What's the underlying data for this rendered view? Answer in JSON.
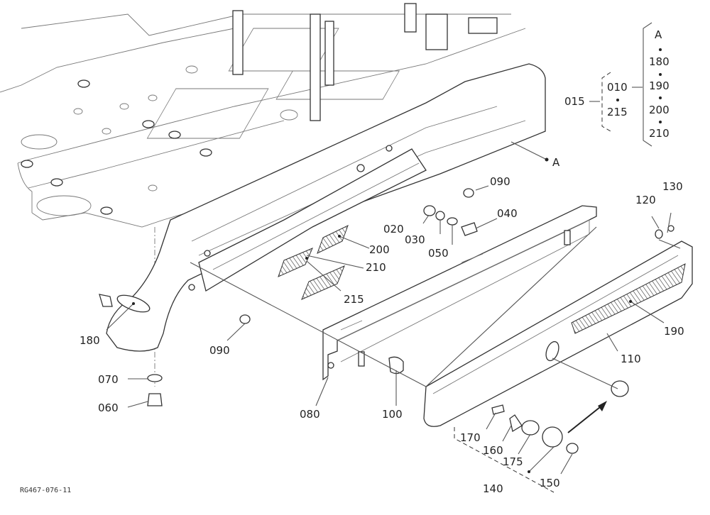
{
  "diagram": {
    "ref_code": "RG467-076-11",
    "callouts": {
      "p015": "015",
      "p010": "010",
      "p215_brace": "215",
      "pA_brace": "A",
      "p180_brace": "180",
      "p190_brace": "190",
      "p200_brace": "200",
      "p210_brace": "210",
      "pA": "A",
      "p090_top": "090",
      "p020": "020",
      "p030": "030",
      "p040": "040",
      "p050": "050",
      "p200": "200",
      "p210": "210",
      "p215": "215",
      "p180": "180",
      "p090_bottom": "090",
      "p070": "070",
      "p060": "060",
      "p080": "080",
      "p100": "100",
      "p120": "120",
      "p130": "130",
      "p190": "190",
      "p110": "110",
      "p170": "170",
      "p160": "160",
      "p175": "175",
      "p150": "150",
      "p140": "140"
    }
  }
}
